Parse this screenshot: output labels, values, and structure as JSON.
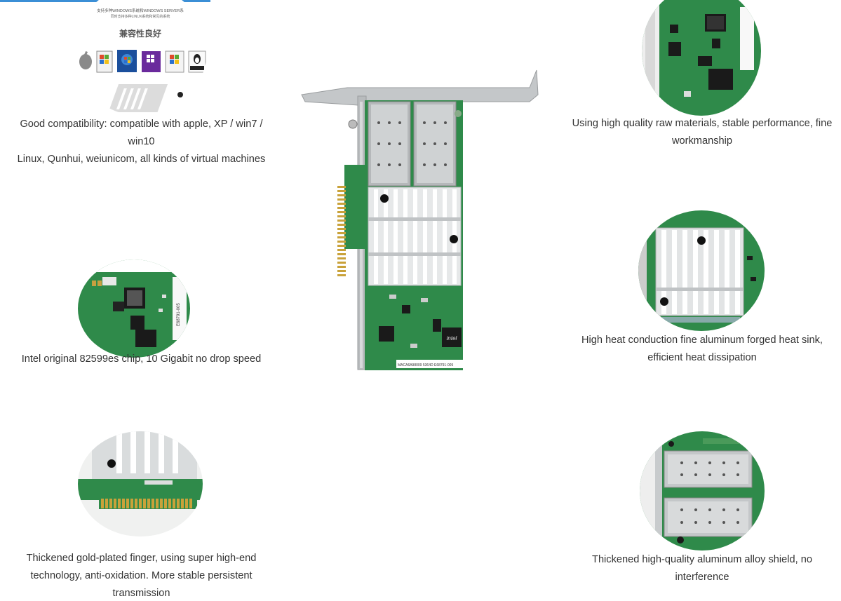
{
  "features": [
    {
      "id": "compatibility",
      "lines": [
        "Good compatibility: compatible with apple, XP / win7 /",
        "win10",
        "Linux, Qunhui, weiunicom, all kinds of virtual machines"
      ],
      "inset": {
        "title_cn": "兼容性良好",
        "banner_line1": "支持多种WINDOWS系统和WINDOWS SERVER系",
        "banner_line2": "同时支持多种LINUX系统和常见的系统",
        "os_labels": [
          "Mac OS",
          "Windows XP",
          "Windows 7",
          "Windows 8",
          "Windows Server",
          "Linux"
        ]
      }
    },
    {
      "id": "chip",
      "lines": [
        "Intel original 82599es chip, 10 Gigabit no drop speed"
      ],
      "inset": {
        "pcb_text": "E68791-005"
      }
    },
    {
      "id": "gold-finger",
      "lines": [
        "Thickened gold-plated finger, using super high-end",
        "technology, anti-oxidation. More stable persistent",
        "transmission"
      ]
    },
    {
      "id": "materials",
      "lines": [
        "Using high quality raw materials, stable performance, fine",
        "workmanship"
      ]
    },
    {
      "id": "heatsink",
      "lines": [
        "High heat conduction fine aluminum forged heat sink,",
        "efficient heat dissipation"
      ]
    },
    {
      "id": "shield",
      "lines": [
        "Thickened high-quality aluminum alloy shield, no",
        "interference"
      ]
    }
  ],
  "product": {
    "chip_brand": "intel",
    "serial_text": "MACA6A98009  5364D E68791-005"
  },
  "colors": {
    "pcb": "#2f8a4a",
    "pcb_dark": "#1f6a36",
    "gold": "#c9a23a",
    "steel": "#c9ccce",
    "text": "#333333",
    "accent": "#3b8fd6"
  }
}
